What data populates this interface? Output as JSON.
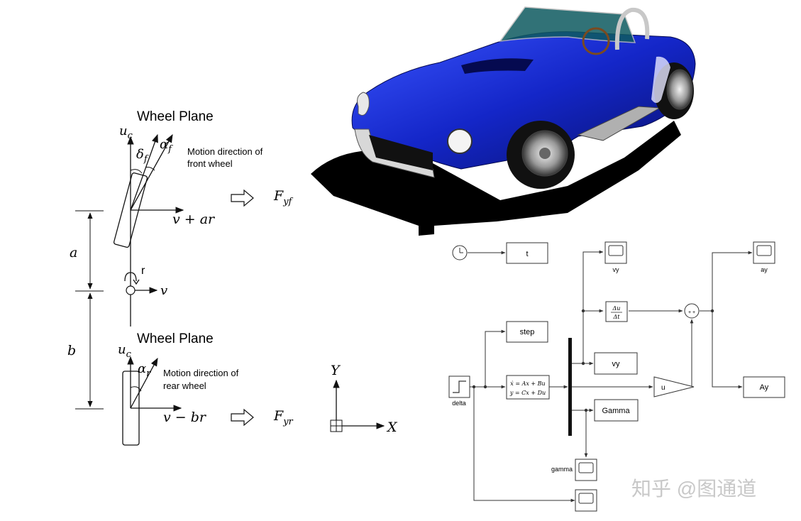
{
  "left_diagram": {
    "front": {
      "plane_title": "Wheel Plane",
      "axis_u": "u",
      "axis_u_sub": "c",
      "angle_delta": "δ",
      "angle_delta_sub": "f",
      "angle_alpha": "α",
      "angle_alpha_sub": "f",
      "motion_line1": "Motion direction of",
      "motion_line2": "front wheel",
      "velocity": "v + ar",
      "force": "F",
      "force_sub": "yf"
    },
    "rear": {
      "plane_title": "Wheel Plane",
      "axis_u": "u",
      "axis_u_sub": "c",
      "angle_alpha": "α",
      "angle_alpha_sub": "r",
      "motion_line1": "Motion direction of",
      "motion_line2": "rear wheel",
      "velocity": "v − br",
      "force": "F",
      "force_sub": "yr"
    },
    "dim_a": "a",
    "dim_b": "b",
    "yaw_rate": "r",
    "cg_velocity": "v",
    "axis_x": "X",
    "axis_y": "Y"
  },
  "simulink": {
    "clock_out": "t",
    "step_source_label": "delta",
    "step_to_workspace": "step",
    "state_space_line1": "ẋ = Ax + Bu",
    "state_space_line2": "y = Cx + Du",
    "scope_vy_label": "vy",
    "derivative_num": "Δu",
    "derivative_den": "Δt",
    "sum_signs": "+ +",
    "scope_ay_label": "ay",
    "to_workspace_vy": "vy",
    "to_workspace_gamma": "Gamma",
    "to_workspace_ay": "Ay",
    "gain_label": "u",
    "scope_gamma_label": "gamma"
  },
  "watermark": "知乎 @图通道",
  "colors": {
    "car_body": "#1426c8",
    "car_dark": "#0a127a",
    "shadow": "#000000",
    "watermark": "#c8c8c8"
  }
}
